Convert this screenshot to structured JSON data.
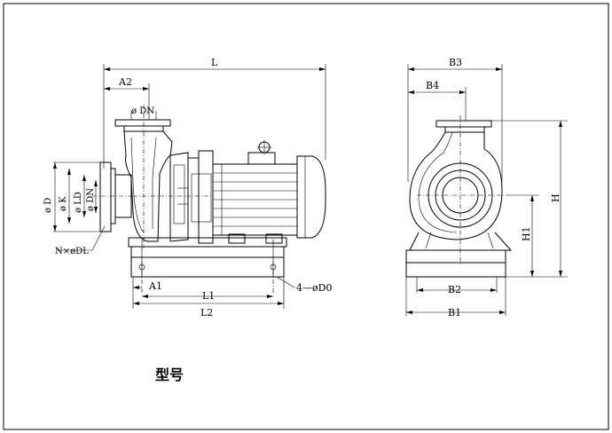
{
  "labels": {
    "L": "L",
    "A2": "A2",
    "DN_top": "ø DN",
    "D": "ø D",
    "K": "ø K",
    "LD": "ø LD",
    "DN_side": "ø DN",
    "NDL": "N×øDL",
    "A1": "A1",
    "L1": "L1",
    "L2": "L2",
    "D0": "4—øD0",
    "B3": "B3",
    "B4": "B4",
    "B2": "B2",
    "B1": "B1",
    "H": "H",
    "H1": "H1"
  },
  "caption": "型号"
}
